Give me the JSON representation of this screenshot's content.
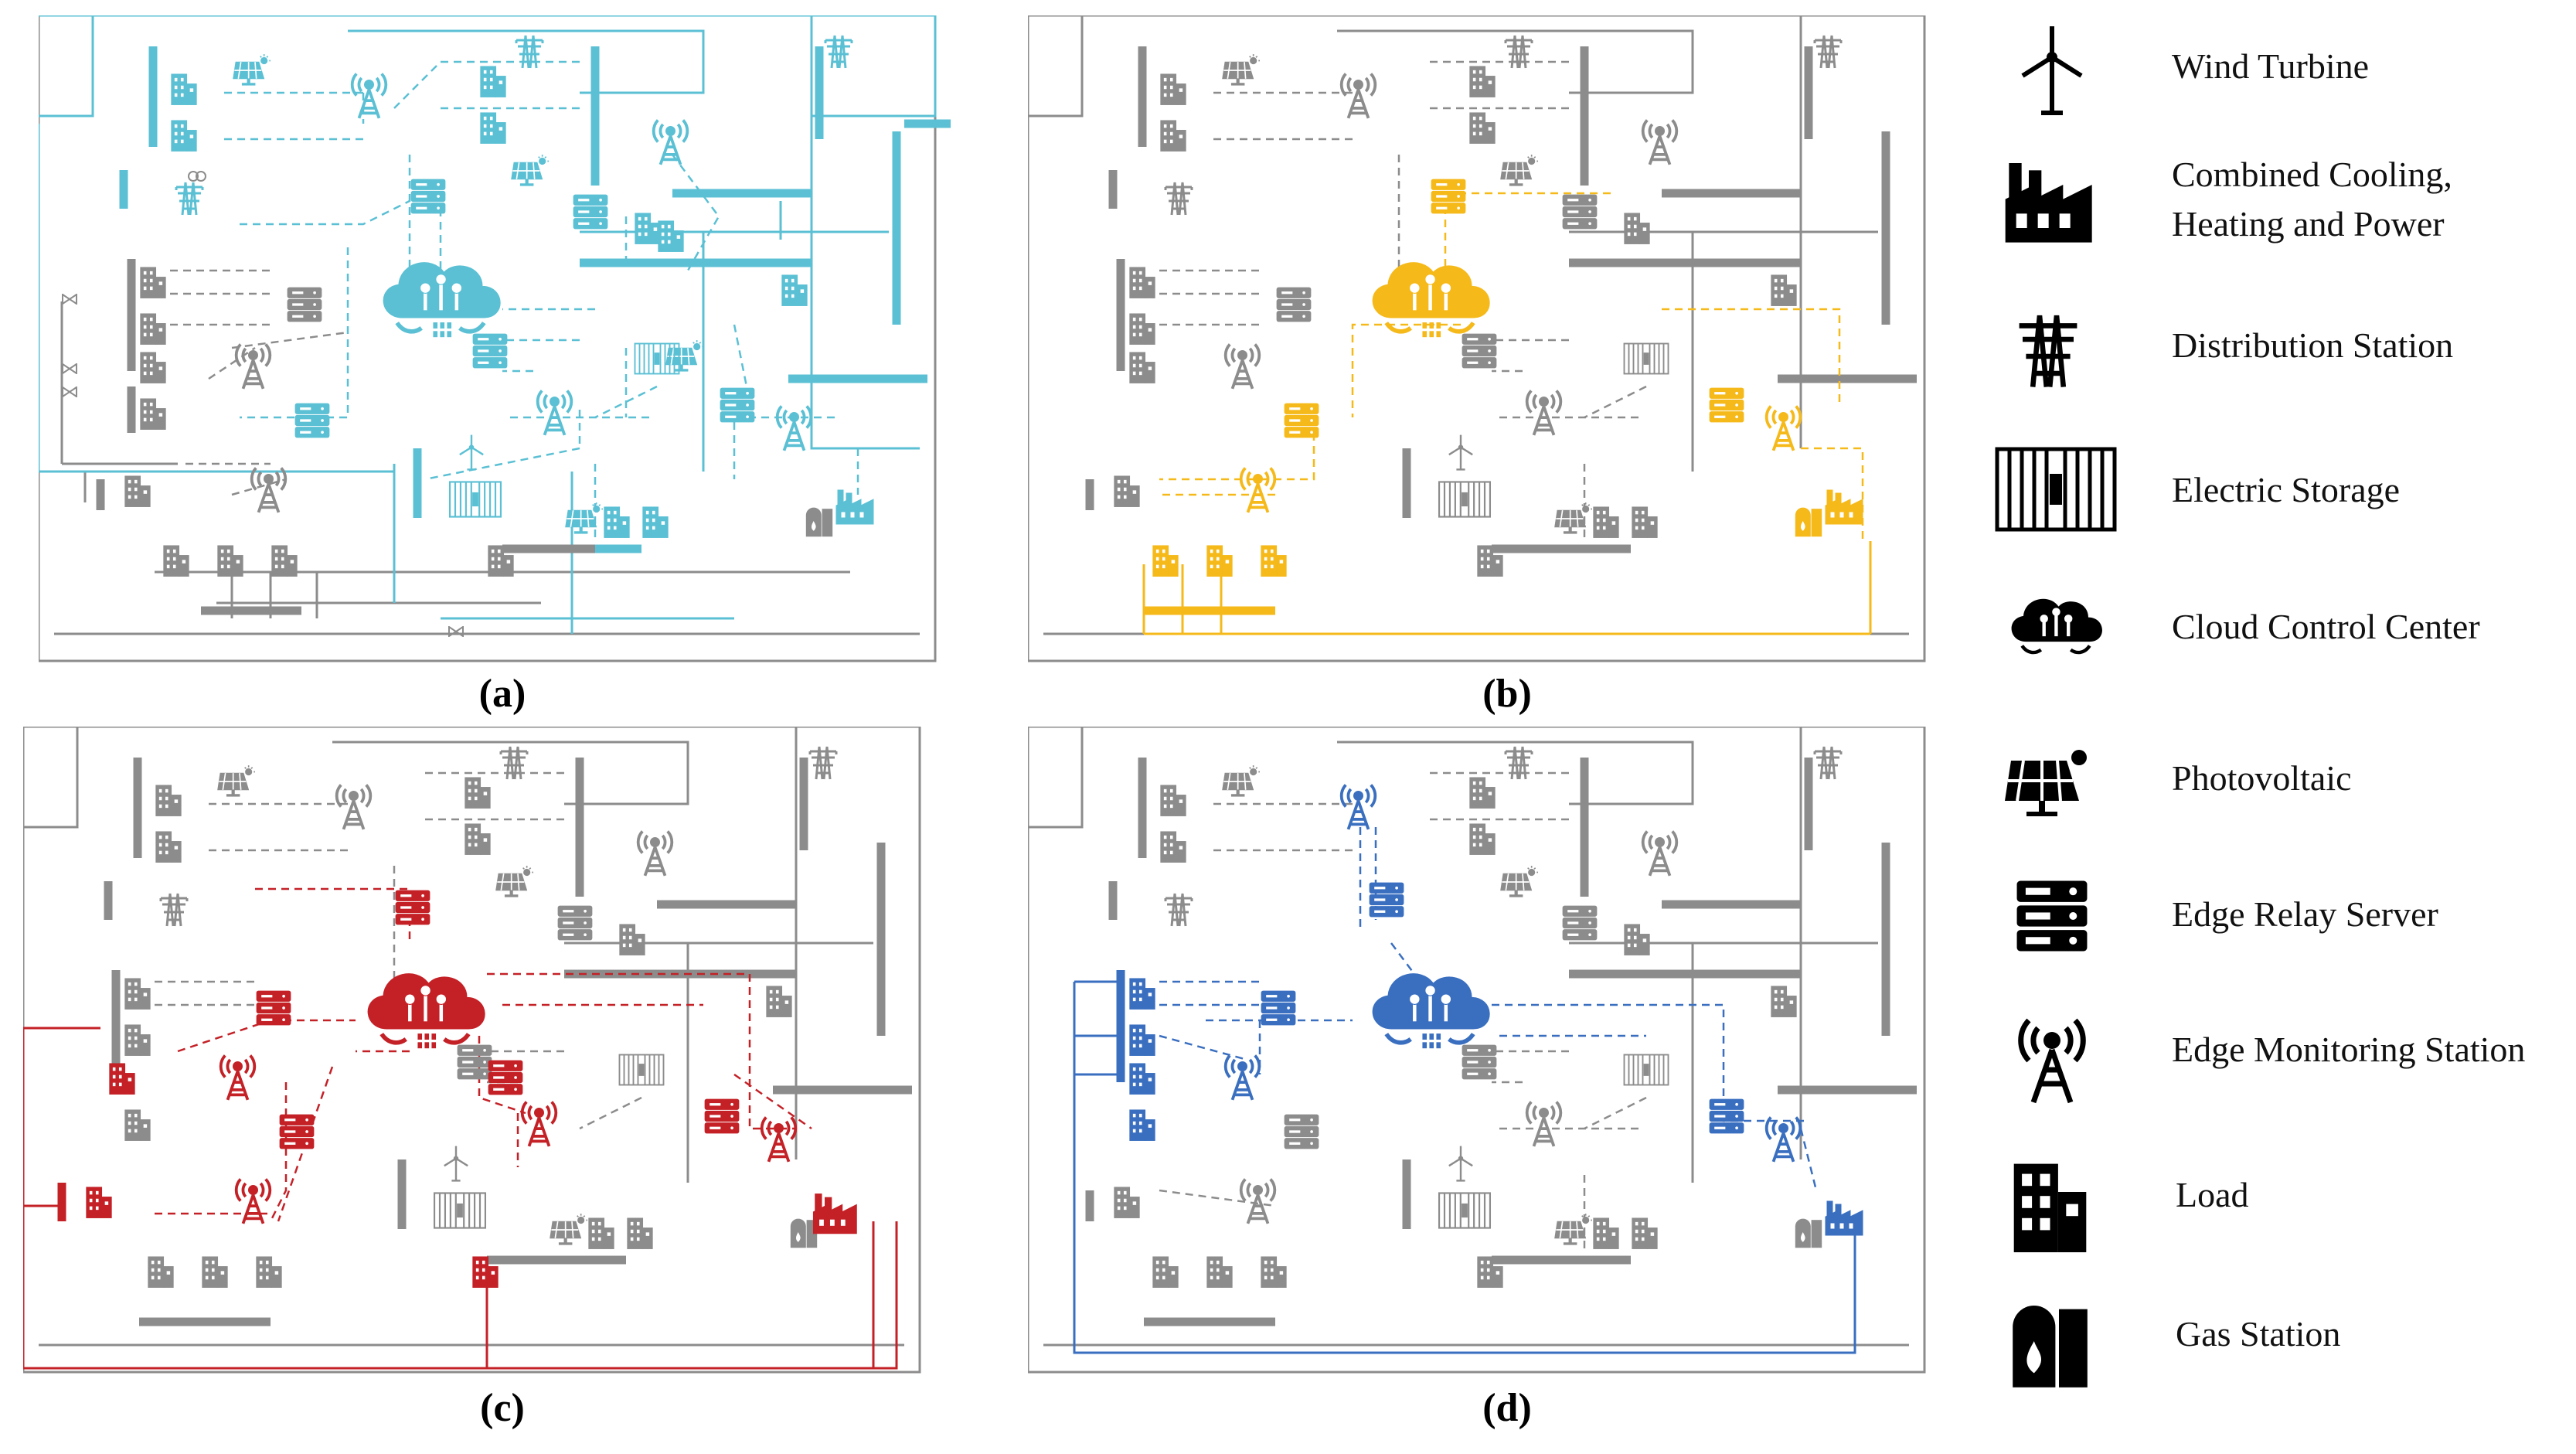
{
  "panels": [
    {
      "id": "a",
      "caption": "(a)",
      "color": "#5bc0d4"
    },
    {
      "id": "b",
      "caption": "(b)",
      "color": "#f5b91a"
    },
    {
      "id": "c",
      "caption": "(c)",
      "color": "#c42127"
    },
    {
      "id": "d",
      "caption": "(d)",
      "color": "#3a6fc0"
    }
  ],
  "neutral_color": "#8c8c8c",
  "legend": [
    {
      "icon": "wind-turbine-icon",
      "label": "Wind Turbine"
    },
    {
      "icon": "cchp-factory-icon",
      "label": "Combined Cooling,\nHeating and Power"
    },
    {
      "icon": "distribution-station-icon",
      "label": "Distribution Station"
    },
    {
      "icon": "electric-storage-icon",
      "label": "Electric Storage"
    },
    {
      "icon": "cloud-control-center-icon",
      "label": "Cloud Control Center"
    },
    {
      "icon": "photovoltaic-icon",
      "label": "Photovoltaic"
    },
    {
      "icon": "edge-relay-server-icon",
      "label": "Edge Relay Server"
    },
    {
      "icon": "edge-monitoring-station-icon",
      "label": "Edge Monitoring Station"
    },
    {
      "icon": "load-icon",
      "label": "Load"
    },
    {
      "icon": "gas-station-icon",
      "label": "Gas Station"
    }
  ]
}
